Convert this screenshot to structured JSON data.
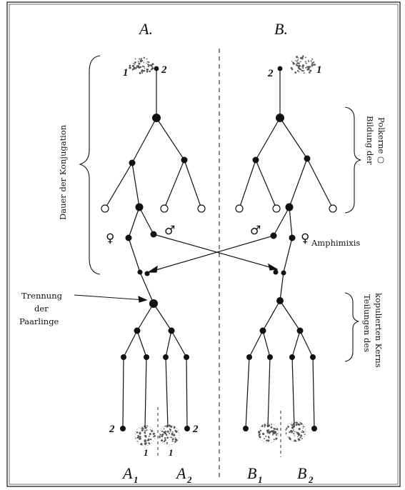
{
  "columns": {
    "a": "A.",
    "b": "B."
  },
  "numbers": {
    "one": "1",
    "two": "2"
  },
  "labels": {
    "dauer": "Dauer der Konjugation",
    "bildung_line1": "Bildung der",
    "bildung_line2": "Polkerne ○",
    "amphimixis": "Amphimixis",
    "trennung_line1": "Trennung",
    "trennung_line2": "der",
    "trennung_line3": "Paarlinge",
    "teilungen_line1": "Teilungen des",
    "teilungen_line2": "kopulierten Kerns",
    "female": "♀",
    "male": "♂"
  },
  "bottom": {
    "a1": "A",
    "a1_sub": "1",
    "a2": "A",
    "a2_sub": "2",
    "b1": "B",
    "b1_sub": "1",
    "b2": "B",
    "b2_sub": "2"
  },
  "colors": {
    "ink": "#111111",
    "stipple": "#555555",
    "background": "#ffffff"
  }
}
